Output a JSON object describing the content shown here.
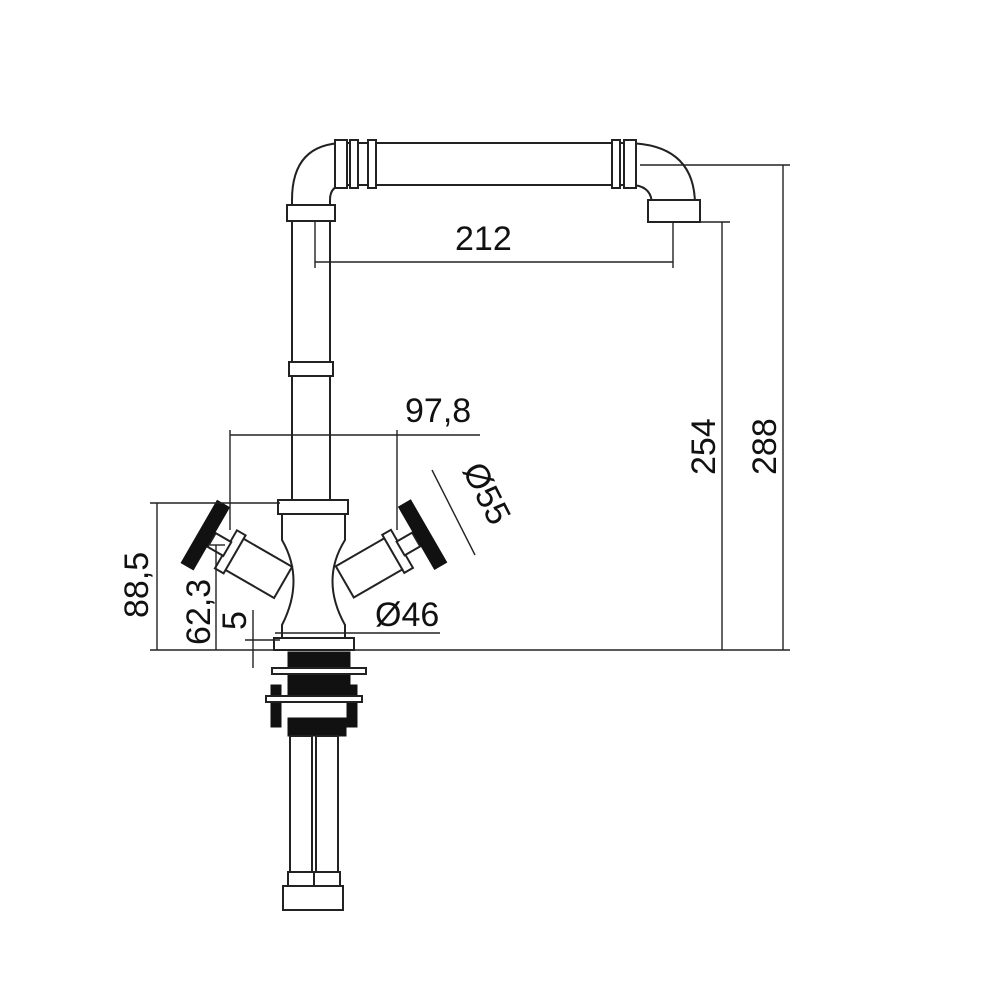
{
  "title": "Faucet dimension drawing",
  "dimensions": {
    "spout_reach": "212",
    "spout_height": "254",
    "total_height": "288",
    "handle_span": "97,8",
    "handle_height": "88,5",
    "body_height": "62,3",
    "base_thickness": "5",
    "base_diameter": "Ø46",
    "handle_diameter": "Ø55"
  },
  "colors": {
    "line": "#222222",
    "background": "#ffffff"
  }
}
